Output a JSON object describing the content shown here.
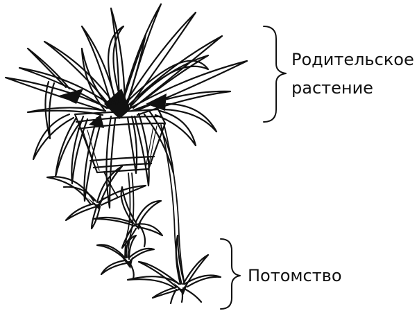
{
  "labels": {
    "parent_line1": "Родительское",
    "parent_line2": "растение",
    "offspring": "Потомство"
  },
  "colors": {
    "ink": "#111111",
    "background": "#ffffff"
  }
}
